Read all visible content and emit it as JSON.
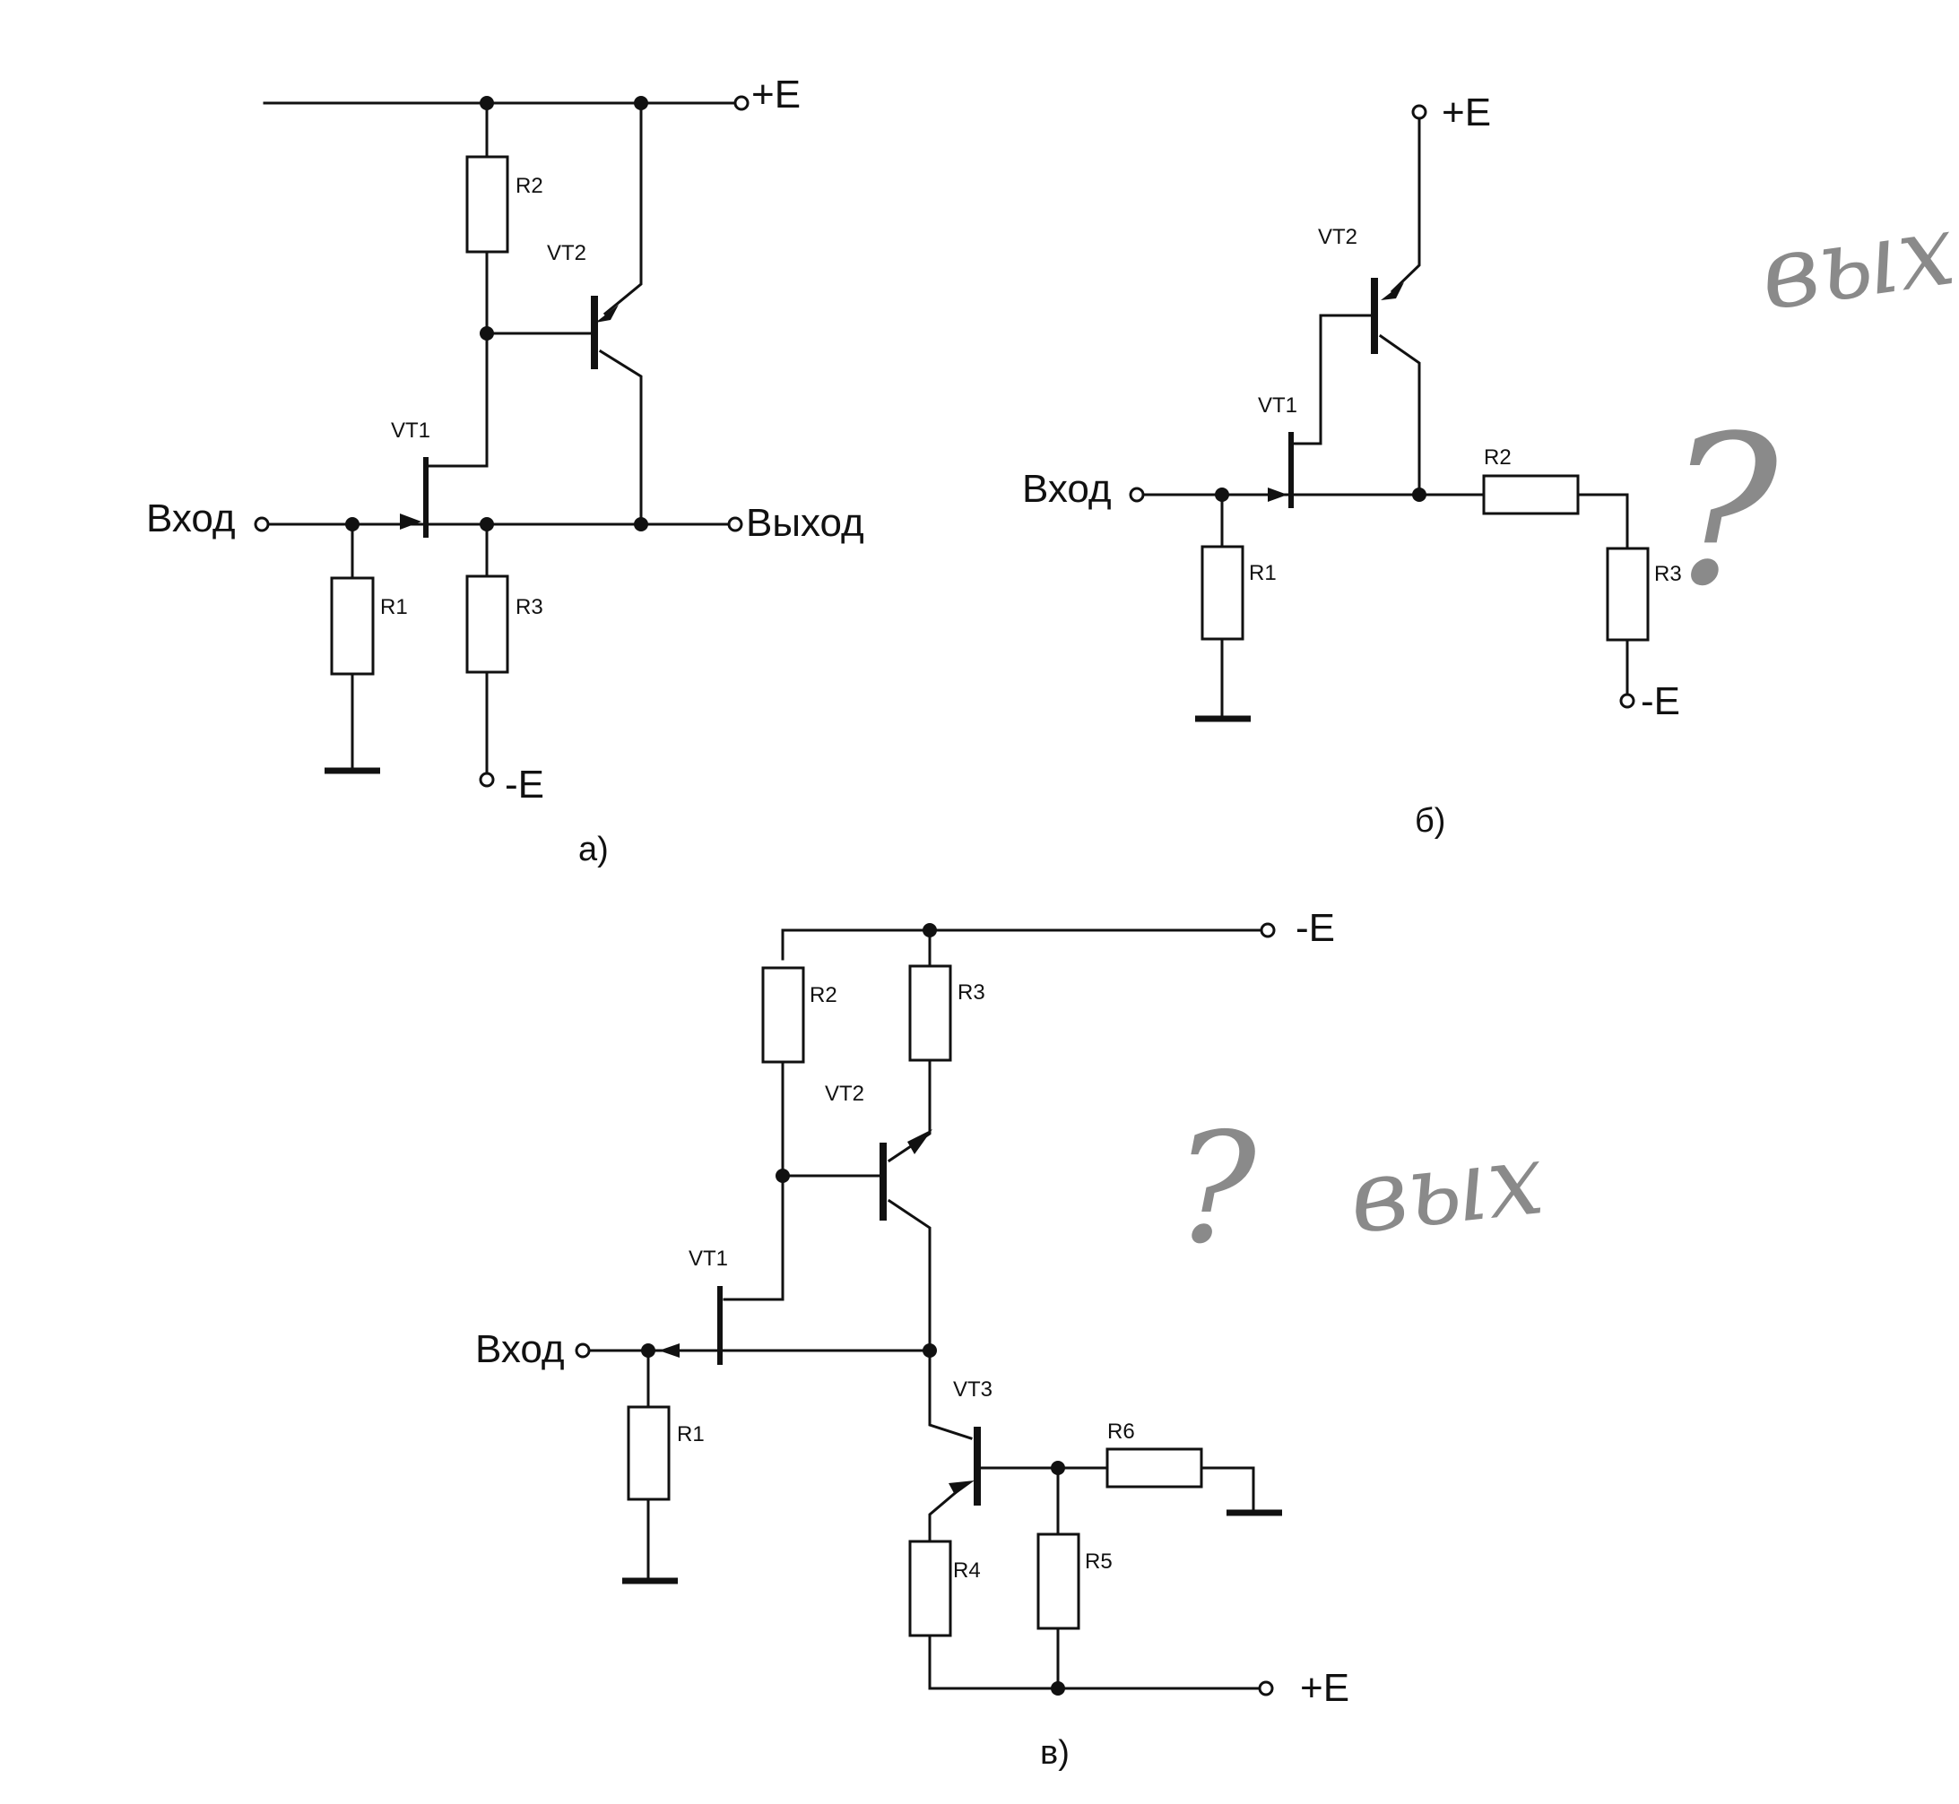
{
  "labels": {
    "input": "Вход",
    "output": "Выход",
    "supply_pos": "+E",
    "supply_neg": "-E"
  },
  "captions": {
    "a": "а)",
    "b": "б)",
    "c": "в)"
  },
  "components": {
    "vt1": "VT1",
    "vt2": "VT2",
    "vt3": "VT3",
    "r1": "R1",
    "r2": "R2",
    "r3": "R3",
    "r4": "R4",
    "r5": "R5",
    "r6": "R6"
  },
  "handwritten": {
    "note_b": "вых",
    "note_c": "вых",
    "question": "?"
  },
  "colors": {
    "ink": "#111111",
    "pencil": "#8a8a8a",
    "background": "#ffffff"
  }
}
